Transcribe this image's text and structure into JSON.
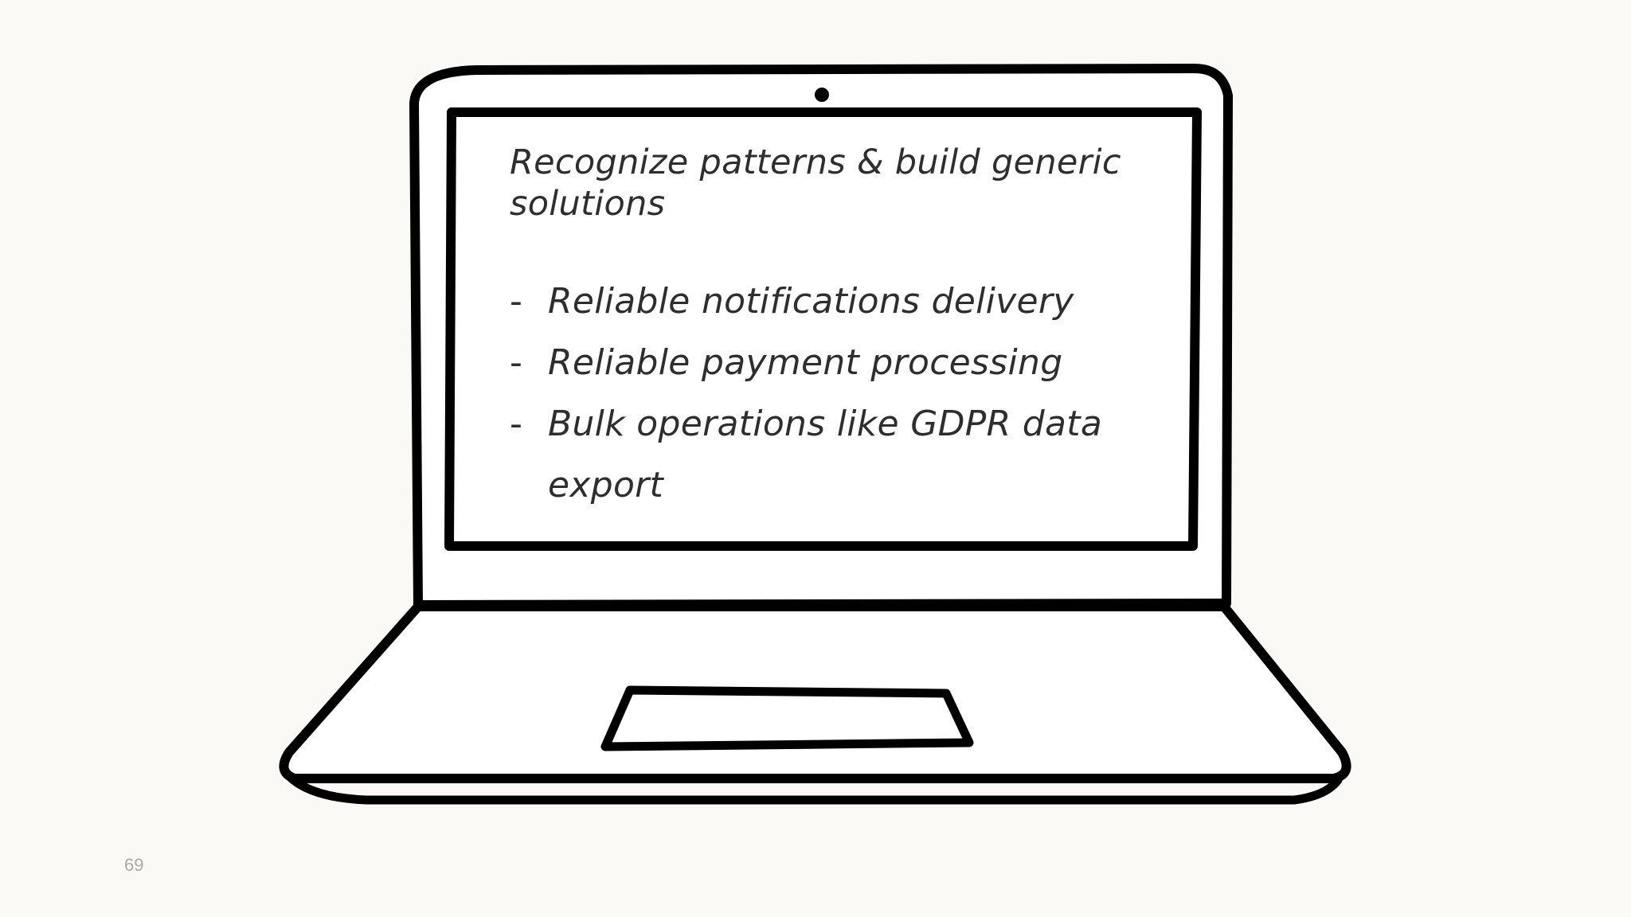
{
  "slide": {
    "title": "Recognize patterns & build generic solutions",
    "bullets": [
      "Reliable notifications delivery",
      "Reliable payment processing",
      "Bulk operations like GDPR data export"
    ],
    "bullet_marker": "-",
    "page_number": "69"
  },
  "illustration": {
    "icon": "laptop-icon",
    "stroke_color": "#000000",
    "fill_color": "#ffffff"
  }
}
